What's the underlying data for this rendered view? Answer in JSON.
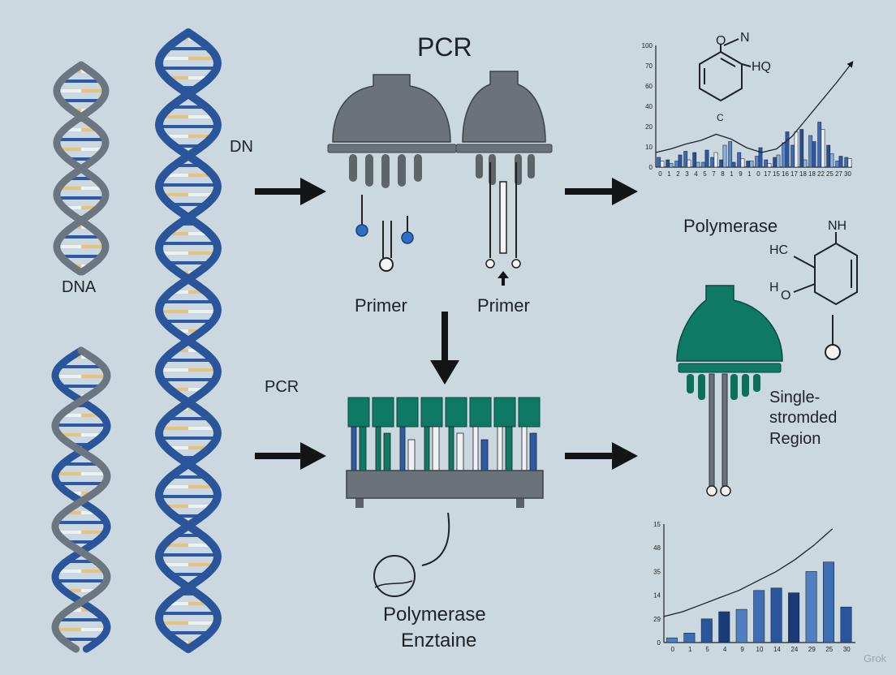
{
  "colors": {
    "background": "#ccd8e0",
    "dna_blue": "#2a559a",
    "dna_gray": "#6c7680",
    "rung_yellow": "#e8c27d",
    "rung_blue": "#2c5aa5",
    "rung_white": "#eef2f4",
    "device_gray": "#6b737a",
    "polymerase_green": "#0f7a63",
    "arrow": "#121416"
  },
  "icons": {
    "dna_left_top": "dna-helix-icon",
    "dna_big": "dna-helix-icon",
    "dna_left_bottom": "dna-helix-icon",
    "primer_device": "bell-pipette-icon",
    "polymerase": "bell-enzyme-icon",
    "gel_tray": "gel-tray-icon",
    "molecule": "benzene-ring-icon"
  },
  "labels": {
    "title_pcr": "PCR",
    "dn": "DN",
    "dna": "DNA",
    "pcr_mid": "PCR",
    "primer_left": "Primer",
    "primer_right": "Primer",
    "polymerase_top": "Polymerase",
    "polymerase_bottom_1": "Polymerase",
    "polymerase_bottom_2": "Enztaine",
    "single_1": "Single-",
    "single_2": "stromded",
    "single_3": "Region",
    "chem_n": "N",
    "chem_o": "O",
    "chem_hq": "HQ",
    "chem_c": "C",
    "chem_nh": "NH",
    "chem_hc": "HC",
    "chem_h": "H",
    "chem_o2": "O",
    "watermark": "Grok"
  },
  "chart_data": [
    {
      "type": "bar",
      "title": "",
      "xlabel": "",
      "ylabel": "",
      "ylim": [
        0,
        100
      ],
      "yticks": [
        "100",
        "70",
        "60",
        "40",
        "20",
        "10",
        "0"
      ],
      "categories": [
        "0",
        "1",
        "2",
        "3",
        "4",
        "5",
        "7",
        "8",
        "1",
        "9",
        "1",
        "0",
        "17",
        "15",
        "16",
        "17",
        "18",
        "18",
        "22",
        "25",
        "27",
        "30"
      ],
      "series": [
        {
          "values": [
            8,
            6,
            5,
            13,
            12,
            4,
            8,
            6,
            21,
            12,
            5,
            9,
            6,
            8,
            20,
            18,
            31,
            26,
            37,
            18,
            5,
            8
          ]
        },
        {
          "values": [
            5,
            3,
            10,
            6,
            4,
            14,
            12,
            18,
            4,
            7,
            5,
            16,
            3,
            10,
            29,
            29,
            6,
            21,
            31,
            11,
            9,
            7
          ]
        }
      ],
      "trend": [
        12,
        15,
        19,
        22,
        27,
        23,
        16,
        12,
        15,
        25,
        40,
        55,
        70,
        86
      ]
    },
    {
      "type": "bar",
      "title": "",
      "xlabel": "",
      "ylabel": "",
      "ylim": [
        0,
        50
      ],
      "yticks": [
        "15",
        "48",
        "35",
        "14",
        "29",
        "0"
      ],
      "categories": [
        "0",
        "1",
        "5",
        "4",
        "9",
        "10",
        "14",
        "24",
        "29",
        "25",
        "30"
      ],
      "values": [
        2,
        4,
        10,
        13,
        14,
        22,
        23,
        21,
        30,
        34,
        15
      ],
      "trend": [
        11,
        13,
        16,
        19,
        22,
        26,
        30,
        35,
        41,
        48
      ]
    }
  ]
}
